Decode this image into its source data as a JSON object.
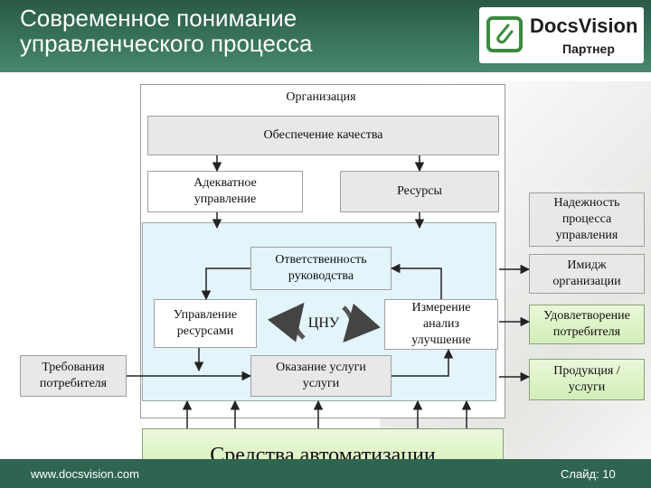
{
  "header": {
    "title_line1": "Современное понимание",
    "title_line2": "управленческого процесса"
  },
  "logo": {
    "brand": "DocsVision",
    "subtitle": "Партнер",
    "icon": "paperclip-icon"
  },
  "diagram": {
    "organization": "Организация",
    "quality_assurance": "Обеспечение качества",
    "adequate_management_line1": "Адекватное",
    "adequate_management_line2": "управление",
    "resources": "Ресурсы",
    "leadership_line1": "Ответственность",
    "leadership_line2": "руководства",
    "resource_management_line1": "Управление",
    "resource_management_line2": "ресурсами",
    "center": "ЦНУ",
    "measurement_line1": "Измерение",
    "measurement_line2": "анализ",
    "measurement_line3": "улучшение",
    "service_line1": "Оказание услуги",
    "service_line2": "услуги",
    "customer_requirements_line1": "Требования",
    "customer_requirements_line2": "потребителя",
    "automation": "Средства автоматизации"
  },
  "outcomes": {
    "reliability_line1": "Надежность",
    "reliability_line2": "процесса",
    "reliability_line3": "управления",
    "image_line1": "Имидж",
    "image_line2": "организации",
    "satisfaction_line1": "Удовлетворение",
    "satisfaction_line2": "потребителя",
    "product_line1": "Продукция /",
    "product_line2": "услуги"
  },
  "footer": {
    "url": "www.docsvision.com",
    "slide": "Слайд: 10"
  },
  "colors": {
    "header_green": "#3d7a60",
    "footer_green": "#2f6550",
    "box_grey": "#e8e8e8",
    "process_cyan": "#e3f4fa",
    "outcome_green": "#d3edb8",
    "logo_green": "#3b8a3f"
  }
}
